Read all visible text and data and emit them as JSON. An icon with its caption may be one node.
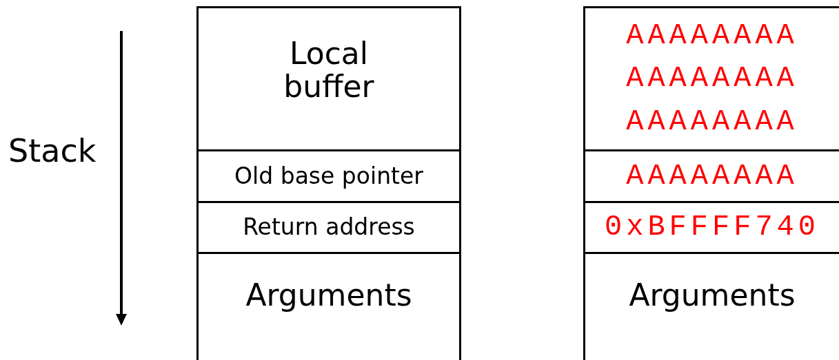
{
  "diagram": {
    "nodes": [
      {
        "text": [
          "Local buffer"
        ]
      },
      {
        "text": [
          "Old base pointer"
        ]
      },
      {
        "text": [
          "Return address"
        ]
      },
      {
        "text": [
          "Arguments"
        ]
      },
      {
        "text": [
          "AAAAAAAA",
          "AAAAAAAA",
          "AAAAAAAA"
        ]
      },
      {
        "text": [
          "AAAAAAAA"
        ]
      },
      {
        "text": [
          "0xBFFFF740"
        ]
      },
      {
        "text": [
          "Arguments"
        ]
      }
    ],
    "labels": [
      "Stack"
    ]
  }
}
